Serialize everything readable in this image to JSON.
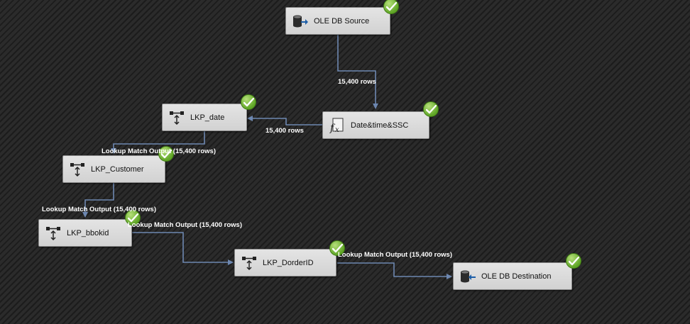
{
  "nodes": {
    "ole_db_source": {
      "label": "OLE DB Source",
      "icon": "database-source-icon"
    },
    "date_time_ssc": {
      "label": "Date&time&SSC",
      "icon": "derived-column-fx-icon"
    },
    "lkp_date": {
      "label": "LKP_date",
      "icon": "lookup-icon"
    },
    "lkp_customer": {
      "label": "LKP_Customer",
      "icon": "lookup-icon"
    },
    "lkp_bbokid": {
      "label": "LKP_bbokid",
      "icon": "lookup-icon"
    },
    "lkp_dorderid": {
      "label": "LKP_DorderID",
      "icon": "lookup-icon"
    },
    "ole_db_destination": {
      "label": "OLE DB Destination",
      "icon": "database-destination-icon"
    }
  },
  "edges": {
    "source_to_derived": "15,400 rows",
    "derived_to_date": "15,400 rows",
    "date_to_customer": "Lookup Match Output (15,400 rows)",
    "customer_to_bbokid": "Lookup Match Output (15,400 rows)",
    "bbokid_to_dorderid": "Lookup Match Output (15,400 rows)",
    "dorderid_to_destination": "Lookup Match Output (15,400 rows)"
  },
  "colors": {
    "success": "#5fa526",
    "connector": "#6d87b0",
    "node_bg": "#dcdcdc"
  }
}
